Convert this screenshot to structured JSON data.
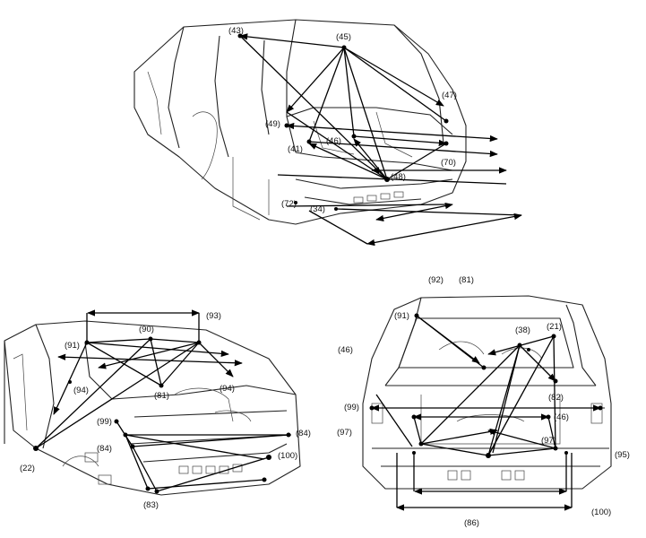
{
  "colors": {
    "line": "#111111",
    "background": "#ffffff"
  },
  "panels": [
    {
      "id": "top",
      "points": [
        {
          "label": "(43)"
        },
        {
          "label": "(45)"
        },
        {
          "label": "(47)"
        },
        {
          "label": "(49)"
        },
        {
          "label": "(41)"
        },
        {
          "label": "(46)"
        },
        {
          "label": "(70)"
        },
        {
          "label": "(48)"
        },
        {
          "label": "(72)"
        },
        {
          "label": "(34)"
        }
      ]
    },
    {
      "id": "bottom-left",
      "points": [
        {
          "label": "(90)"
        },
        {
          "label": "(93)"
        },
        {
          "label": "(91)"
        },
        {
          "label": "(94)"
        },
        {
          "label": "(81)"
        },
        {
          "label": "(94)"
        },
        {
          "label": "(99)"
        },
        {
          "label": "(84)"
        },
        {
          "label": "(84)"
        },
        {
          "label": "(100)"
        },
        {
          "label": "(22)"
        },
        {
          "label": "(83)"
        }
      ]
    },
    {
      "id": "bottom-right",
      "points": [
        {
          "label": "(92)"
        },
        {
          "label": "(81)"
        },
        {
          "label": "(91)"
        },
        {
          "label": "(38)"
        },
        {
          "label": "(21)"
        },
        {
          "label": "(46)"
        },
        {
          "label": "(99)"
        },
        {
          "label": "(82)"
        },
        {
          "label": "(46)"
        },
        {
          "label": "(97)"
        },
        {
          "label": "(97)"
        },
        {
          "label": "(95)"
        },
        {
          "label": "(86)"
        },
        {
          "label": "(100)"
        }
      ]
    }
  ]
}
